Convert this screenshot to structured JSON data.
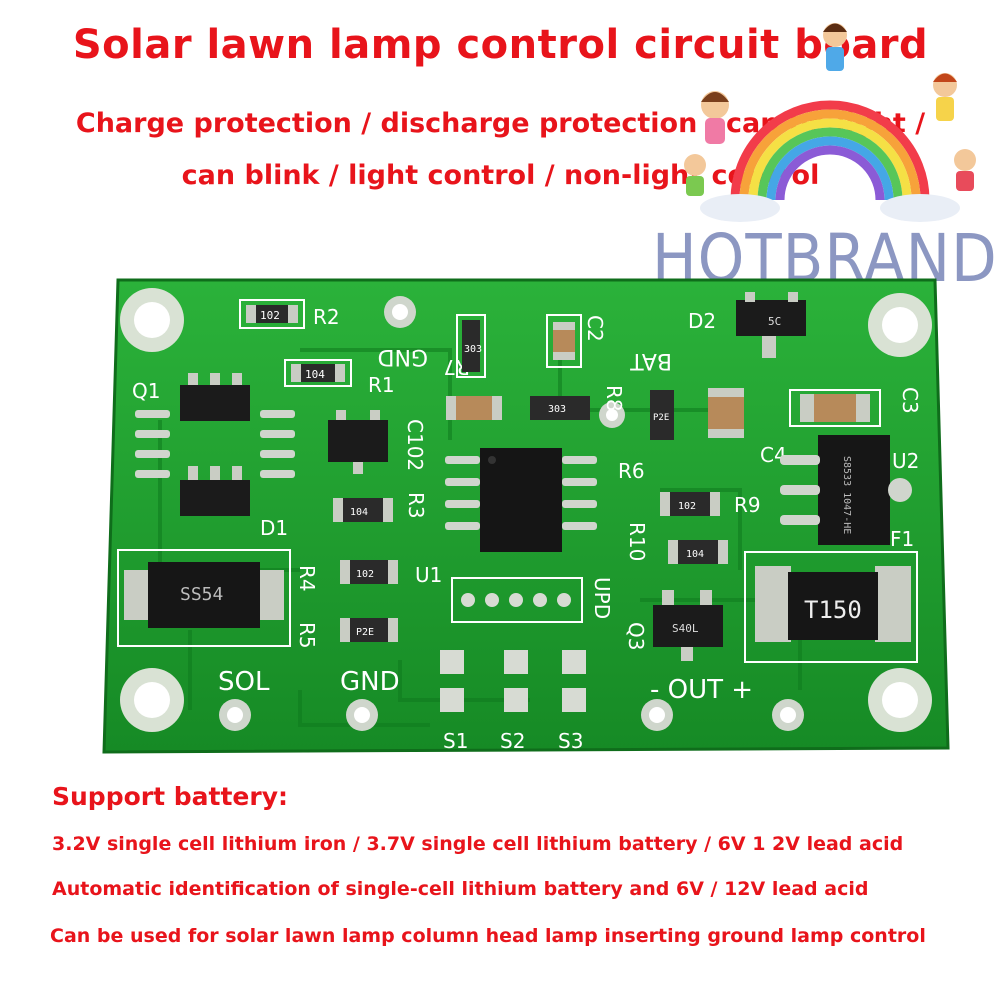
{
  "header": {
    "title": "Solar lawn lamp control circuit board",
    "subtitle_line1": "Charge protection / discharge protection / can be light /",
    "subtitle_line2": "can blink / light control / non-light control"
  },
  "logo": {
    "brand": "HOTBRAND"
  },
  "board": {
    "labels": {
      "r2": "R2",
      "r7": "R7",
      "gnd_top": "GND",
      "c2": "C2",
      "bat": "BAT",
      "d2": "D2",
      "q1": "Q1",
      "r1": "R1",
      "c102": "C102",
      "r8": "R8",
      "c3": "C3",
      "c4": "C4",
      "u2": "U2",
      "d1": "D1",
      "r3": "R3",
      "r6": "R6",
      "r9": "R9",
      "f1": "F1",
      "r4": "R4",
      "u1": "U1",
      "r10": "R10",
      "upd": "UPD",
      "r5": "R5",
      "q3": "Q3",
      "sol": "SOL",
      "gnd_bottom": "GND",
      "out": "- OUT +",
      "s1": "S1",
      "s2": "S2",
      "s3": "S3"
    },
    "markings": {
      "r2": "102",
      "r7": "303",
      "d2": "5C",
      "r1": "104",
      "r8": "P2E",
      "c102_res": "303",
      "u2": "S8533 1047-HE",
      "r3": "104",
      "r9": "102",
      "r4": "102",
      "r10": "104",
      "d1": "SS54",
      "r5": "P2E",
      "q3": "S40L",
      "f1": "T150"
    }
  },
  "notes": {
    "heading": "Support battery:",
    "line1": "3.2V single cell lithium iron / 3.7V single cell lithium battery / 6V 1 2V lead acid",
    "line2": "Automatic identification of single-cell lithium battery and 6V / 12V lead acid",
    "line3": "Can be used for solar lawn lamp column head lamp inserting ground lamp control"
  },
  "colors": {
    "accent": "#e8141b",
    "pcb": "#1c9a2c",
    "brand": "#8c97c2"
  }
}
